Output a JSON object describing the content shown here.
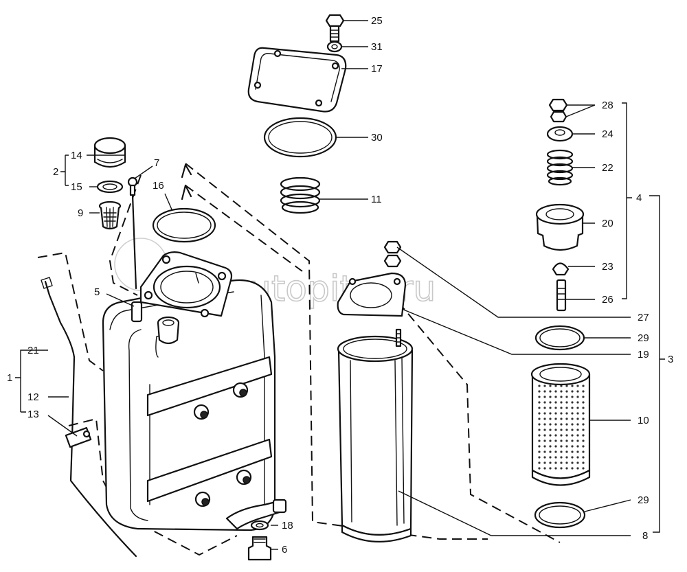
{
  "watermark": "autopiter.ru",
  "labels": {
    "p1": "1",
    "p2": "2",
    "p3": "3",
    "p4": "4",
    "p5": "5",
    "p6": "6",
    "p7": "7",
    "p8": "8",
    "p9": "9",
    "p10": "10",
    "p11": "11",
    "p12": "12",
    "p13": "13",
    "p14": "14",
    "p15": "15",
    "p16": "16",
    "p17": "17",
    "p18": "18",
    "p19": "19",
    "p20": "20",
    "p21": "21",
    "p22": "22",
    "p23": "23",
    "p24": "24",
    "p25": "25",
    "p26": "26",
    "p27": "27",
    "p28": "28",
    "p29a": "29",
    "p29b": "29",
    "p30": "30",
    "p31": "31"
  }
}
